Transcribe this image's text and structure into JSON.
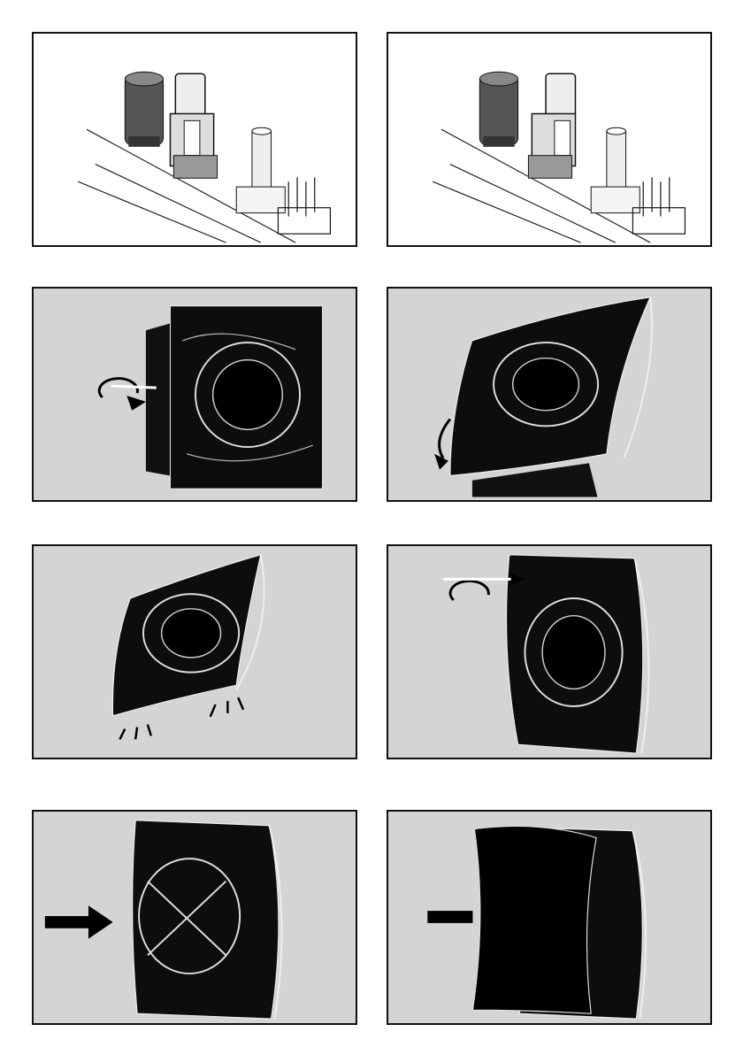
{
  "document": {
    "type": "installation-instructions-page",
    "panels": [
      {
        "id": "1",
        "content": "pcb-jumper-position-a",
        "background": "#ffffff"
      },
      {
        "id": "2",
        "content": "pcb-jumper-position-b",
        "background": "#ffffff"
      },
      {
        "id": "3",
        "content": "fan-back-screw-removal",
        "background": "#d4d4d4"
      },
      {
        "id": "4",
        "content": "fan-front-panel-tilt",
        "background": "#d4d4d4"
      },
      {
        "id": "5",
        "content": "fan-front-clips-release",
        "background": "#d4d4d4"
      },
      {
        "id": "6",
        "content": "fan-front-screw",
        "background": "#d4d4d4"
      },
      {
        "id": "7",
        "content": "fan-grille-push-in",
        "background": "#d4d4d4"
      },
      {
        "id": "8",
        "content": "fan-cover-attach",
        "background": "#d4d4d4"
      }
    ]
  }
}
